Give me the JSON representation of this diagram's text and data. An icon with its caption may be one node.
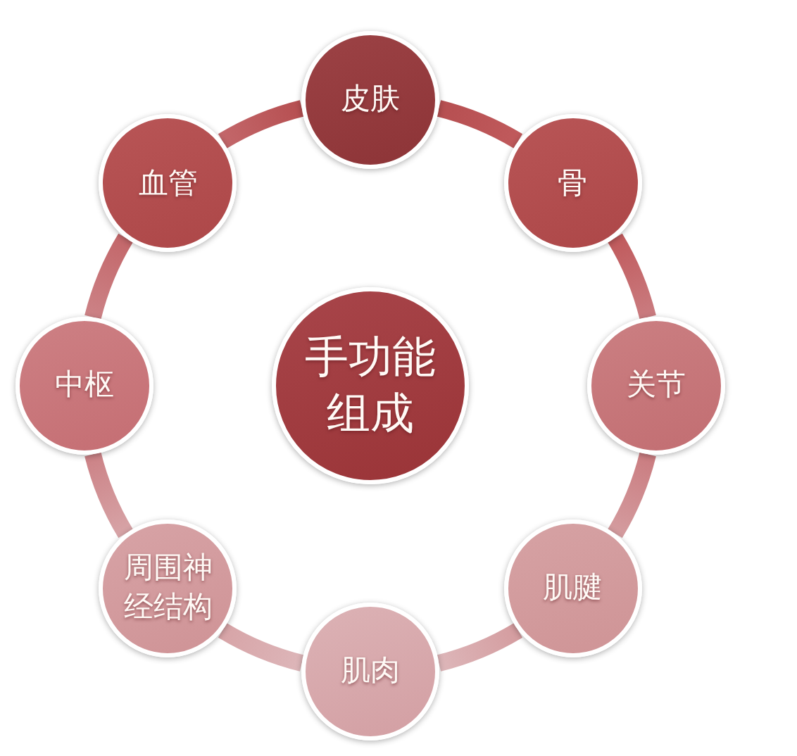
{
  "diagram": {
    "nodes": [
      {
        "text": [
          "手功能组成"
        ]
      },
      {
        "text": [
          "皮肤"
        ]
      },
      {
        "text": [
          "骨"
        ]
      },
      {
        "text": [
          "关节"
        ]
      },
      {
        "text": [
          "肌腱"
        ]
      },
      {
        "text": [
          "肌肉"
        ]
      },
      {
        "text": [
          "周围神经结构"
        ]
      },
      {
        "text": [
          "中枢"
        ]
      },
      {
        "text": [
          "血管"
        ]
      }
    ],
    "edges": [
      {
        "from": 1,
        "to": 2,
        "arrow": "none"
      },
      {
        "from": 2,
        "to": 3,
        "arrow": "none"
      },
      {
        "from": 3,
        "to": 4,
        "arrow": "none"
      },
      {
        "from": 4,
        "to": 5,
        "arrow": "none"
      },
      {
        "from": 5,
        "to": 6,
        "arrow": "none"
      },
      {
        "from": 6,
        "to": 7,
        "arrow": "none"
      },
      {
        "from": 7,
        "to": 8,
        "arrow": "none"
      },
      {
        "from": 8,
        "to": 1,
        "arrow": "none"
      }
    ]
  }
}
